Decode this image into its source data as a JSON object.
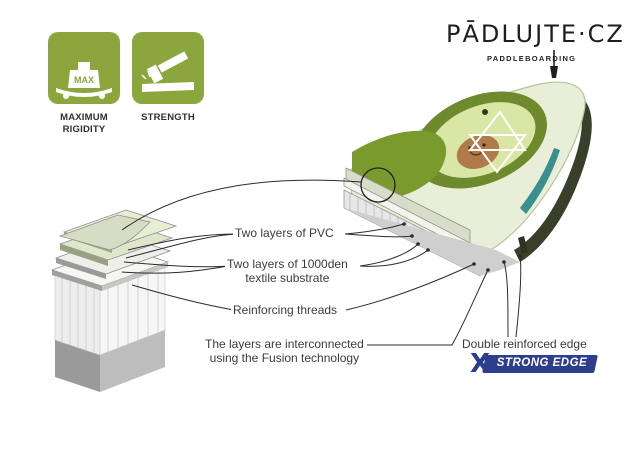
{
  "features": [
    {
      "label": "MAXIMUM\nRIGIDITY",
      "icon": "weight-on-board-icon",
      "badge": "MAX"
    },
    {
      "label": "STRENGTH",
      "icon": "hammer-on-board-icon"
    }
  ],
  "logo": {
    "brand": "PĀDLUJTE·CZ",
    "tagline": "PADDLEBOARDING"
  },
  "callouts": {
    "pvc": "Two layers of PVC",
    "textile": "Two layers of 1000den\ntextile substrate",
    "threads": "Reinforcing threads",
    "fusion": "The layers are interconnected\nusing the Fusion technology",
    "edge": "Double reinforced edge"
  },
  "strong_edge": {
    "mark": "X",
    "label": "STRONG EDGE"
  },
  "colors": {
    "accent_green": "#8aa63d",
    "board_light": "#e9eed8",
    "avocado_dark": "#6f8a2c",
    "strong_edge_blue": "#2d3f8c"
  }
}
